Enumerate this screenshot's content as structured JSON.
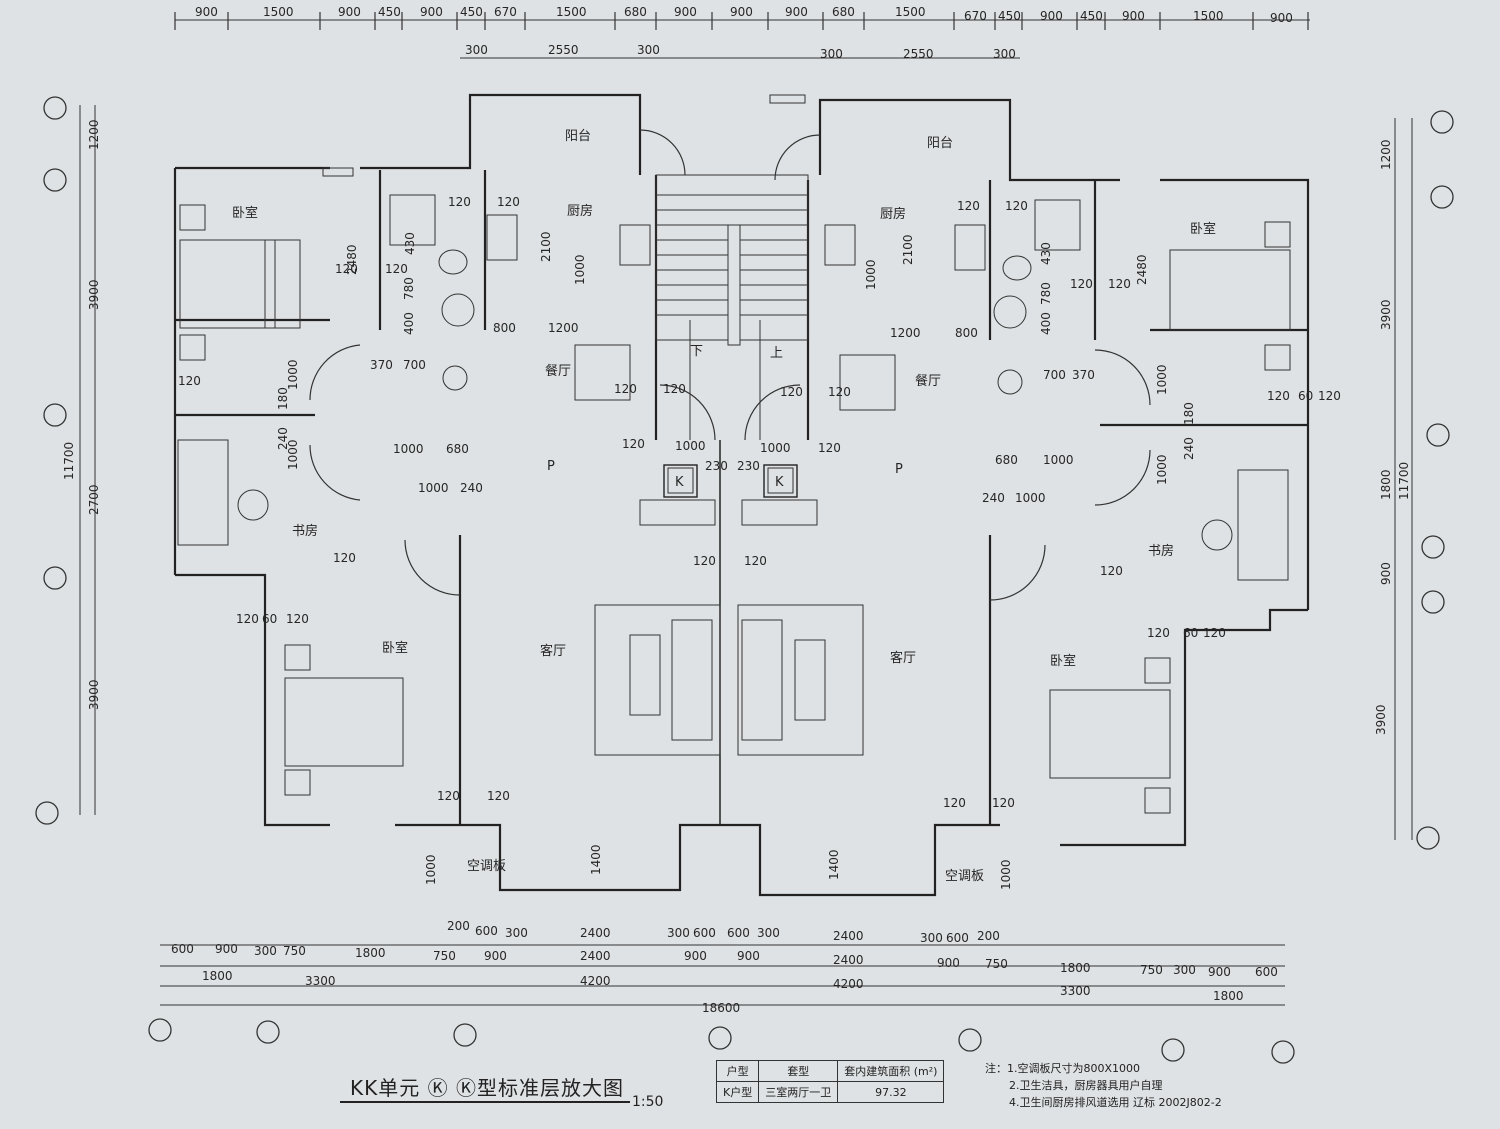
{
  "plan": {
    "title": "KK单元 Ⓚ Ⓚ型标准层放大图",
    "scale": "1:50",
    "unit_mark": "K"
  },
  "rooms": {
    "bedroom": "卧室",
    "balcony": "阳台",
    "kitchen": "厨房",
    "dining": "餐厅",
    "study": "书房",
    "living": "客厅",
    "ac_board": "空调板",
    "down": "下",
    "up": "上",
    "p": "P"
  },
  "dims": {
    "top_row": [
      "900",
      "1500",
      "900",
      "450",
      "900",
      "450",
      "670",
      "1500",
      "680",
      "900",
      "900",
      "900",
      "680",
      "1500",
      "670",
      "450",
      "900",
      "450",
      "900",
      "1500",
      "900"
    ],
    "top_second": [
      "300",
      "2550",
      "300",
      "300",
      "2550",
      "300"
    ],
    "left": [
      "1200",
      "3900",
      "11700",
      "2700",
      "3900"
    ],
    "right": [
      "1200",
      "3900",
      "11700",
      "1800",
      "900",
      "3900"
    ],
    "bottom_row1": [
      "600",
      "900",
      "300",
      "750",
      "1800",
      "200",
      "600",
      "300",
      "2400",
      "300",
      "600",
      "600",
      "300",
      "2400",
      "300",
      "600",
      "200"
    ],
    "bottom_row2": [
      "1800",
      "750",
      "900",
      "2400",
      "900",
      "900",
      "2400",
      "900",
      "750",
      "1800",
      "750",
      "300",
      "900",
      "600"
    ],
    "bottom_row3": [
      "3300",
      "4200",
      "4200",
      "3300",
      "1800"
    ],
    "bottom_total": "18600",
    "interior_a": "2100",
    "interior_b": "1000",
    "interior_c": "1200",
    "interior_d": "800",
    "interior_e": "2480",
    "interior_f": "120",
    "interior_g": "1000",
    "interior_h": "680",
    "interior_i": "240",
    "interior_j": "1400",
    "interior_k": "230",
    "interior_l": "700",
    "interior_m": "370",
    "interior_n": "430",
    "interior_o": "780",
    "interior_p": "400",
    "interior_q": "180",
    "interior_r": "60"
  },
  "table": {
    "headers": [
      "户型",
      "套型",
      "套内建筑面积 (m²)"
    ],
    "row": [
      "K户型",
      "三室两厅一卫",
      "97.32"
    ]
  },
  "notes": {
    "n1": "注：1.空调板尺寸为800X1000",
    "n2": "2.卫生洁具，厨房器具用户自理",
    "n3": "4.卫生间厨房排风道选用 辽标 2002J802-2"
  },
  "colors": {
    "paper": "#dfe2e4",
    "ink": "#262626"
  }
}
